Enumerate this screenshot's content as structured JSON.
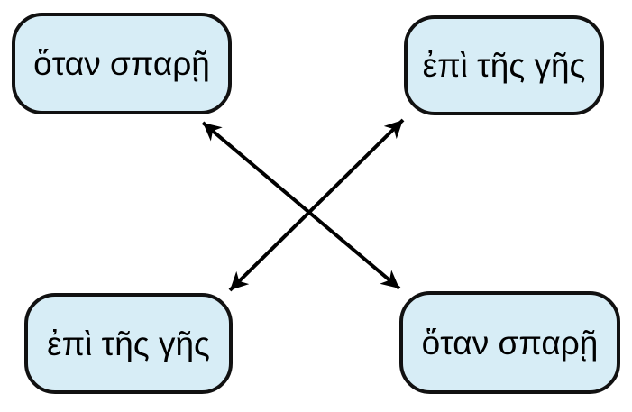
{
  "diagram": {
    "nodes": [
      {
        "id": "top-left",
        "label": "ὅταν σπαρῇ"
      },
      {
        "id": "top-right",
        "label": "ἐπὶ τῆς γῆς"
      },
      {
        "id": "bottom-left",
        "label": "ἐπὶ τῆς γῆς"
      },
      {
        "id": "bottom-right",
        "label": "ὅταν σπαρῇ"
      }
    ],
    "edges": [
      {
        "from": "top-left",
        "to": "bottom-right",
        "style": "double-headed-arrow"
      },
      {
        "from": "top-right",
        "to": "bottom-left",
        "style": "double-headed-arrow"
      }
    ],
    "colors": {
      "node_fill": "#d7edf6",
      "node_border": "#111111",
      "arrow": "#000000",
      "background": "#ffffff",
      "text": "#000000"
    }
  }
}
